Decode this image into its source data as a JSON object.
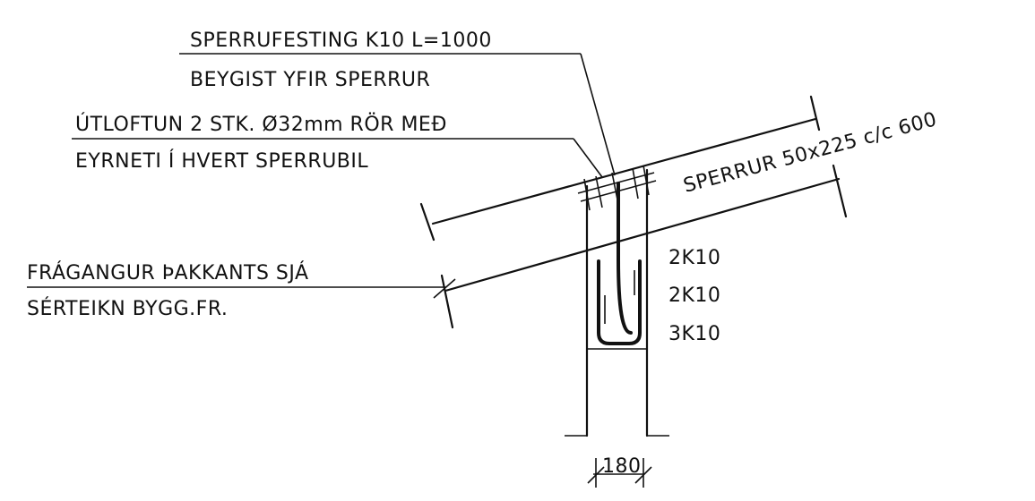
{
  "labels": {
    "sperrufesting": "SPERRUFESTING K10 L=1000",
    "beygist": "BEYGIST YFIR SPERRUR",
    "utloftun": "ÚTLOFTUN 2 STK. Ø32mm RÖR  MEÐ",
    "eyrneti": "EYRNETI Í HVERT SPERRUBIL",
    "fragangur": "FRÁGANGUR ÞAKKANTS SJÁ",
    "serteikn": "SÉRTEIKN BYGG.FR.",
    "sperrur": "SPERRUR 50x225 c/c 600",
    "rebar_top": "2K10",
    "rebar_mid": "2K10",
    "rebar_bottom": "3K10",
    "dimension": "180"
  }
}
